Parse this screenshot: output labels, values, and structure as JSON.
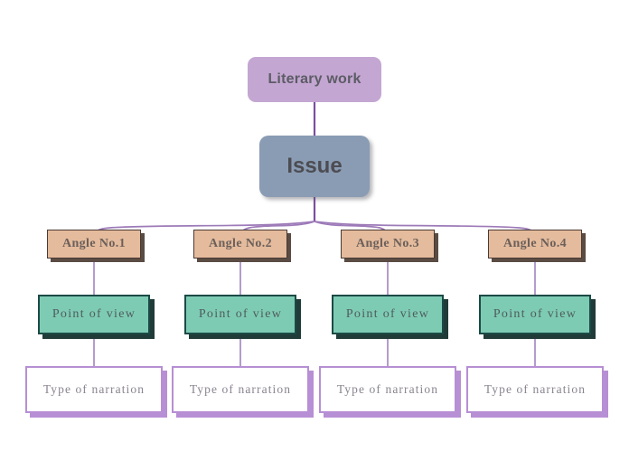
{
  "diagram": {
    "title_node": {
      "label": "Literary work"
    },
    "issue_node": {
      "label": "Issue"
    },
    "columns": [
      {
        "angle": "Angle No.1",
        "pov": "Point  of  view",
        "narration": "Type  of  narration"
      },
      {
        "angle": "Angle No.2",
        "pov": "Point  of  view",
        "narration": "Type  of  narration"
      },
      {
        "angle": "Angle No.3",
        "pov": "Point  of  view",
        "narration": "Type  of  narration"
      },
      {
        "angle": "Angle No.4",
        "pov": "Point  of  view",
        "narration": "Type  of  narration"
      }
    ],
    "colors": {
      "root_fill": "#c4a6d2",
      "issue_fill": "#8a9cb4",
      "angle_fill": "#e4bb9c",
      "angle_border": "#4a3a33",
      "pov_fill": "#7ecbb4",
      "pov_border": "#1b4a46",
      "narration_fill": "#ffffff",
      "narration_border": "#b78fd4",
      "connector": "#9d7ab8",
      "text_grey": "#5c5c66",
      "background": "#ffffff"
    }
  }
}
